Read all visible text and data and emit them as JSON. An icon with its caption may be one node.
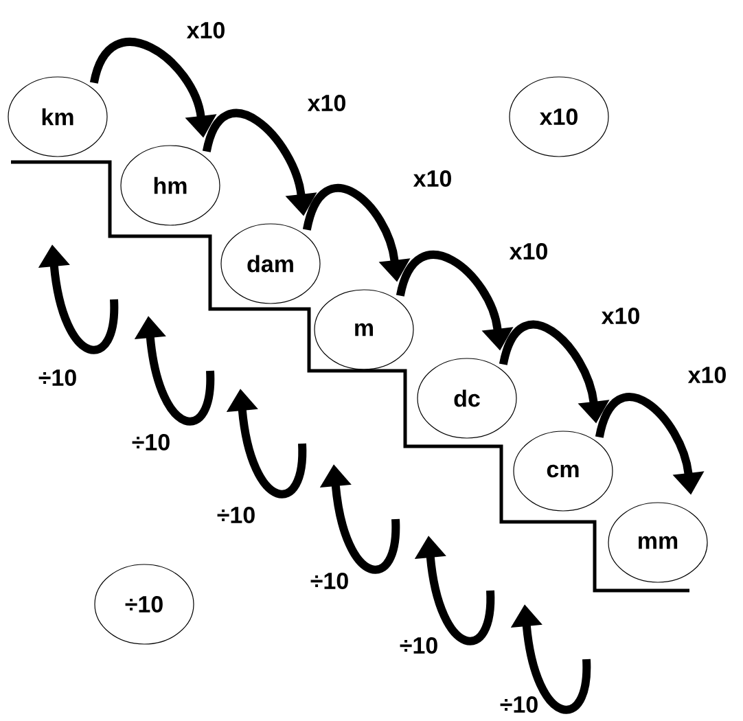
{
  "diagram": {
    "nodes": [
      {
        "text": [
          "km"
        ]
      },
      {
        "text": [
          "hm"
        ]
      },
      {
        "text": [
          "dam"
        ]
      },
      {
        "text": [
          "m"
        ]
      },
      {
        "text": [
          "dc"
        ]
      },
      {
        "text": [
          "cm"
        ]
      },
      {
        "text": [
          "mm"
        ]
      },
      {
        "text": [
          "x10"
        ]
      },
      {
        "text": [
          "÷10"
        ]
      }
    ],
    "edges": [
      {
        "from": 0,
        "to": 1,
        "arrow": "to",
        "label": "x10"
      },
      {
        "from": 1,
        "to": 2,
        "arrow": "to",
        "label": "x10"
      },
      {
        "from": 2,
        "to": 3,
        "arrow": "to",
        "label": "x10"
      },
      {
        "from": 3,
        "to": 4,
        "arrow": "to",
        "label": "x10"
      },
      {
        "from": 4,
        "to": 5,
        "arrow": "to",
        "label": "x10"
      },
      {
        "from": 5,
        "to": 6,
        "arrow": "to",
        "label": "x10"
      }
    ],
    "labels": [
      "÷10",
      "÷10",
      "÷10",
      "÷10",
      "÷10",
      "÷10"
    ]
  }
}
